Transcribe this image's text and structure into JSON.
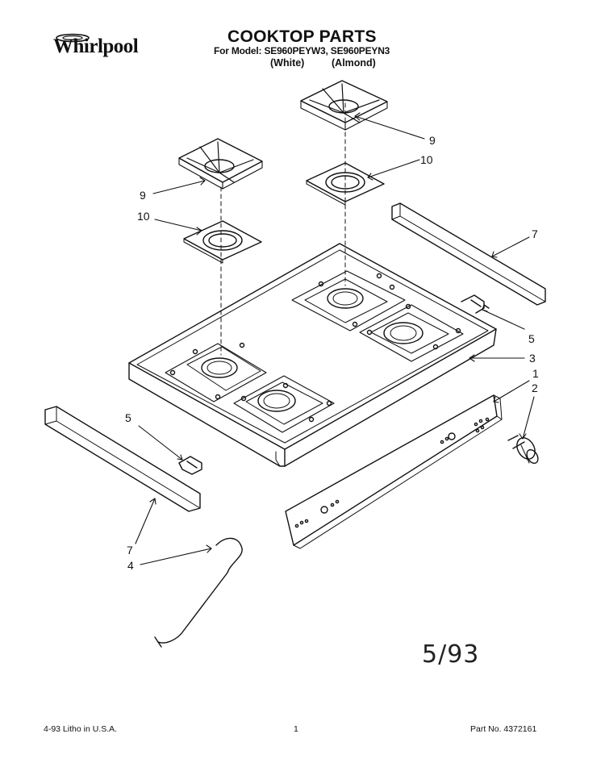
{
  "header": {
    "brand": "Whirlpool",
    "title": "COOKTOP PARTS",
    "models": "For Model: SE960PEYW3, SE960PEYN3",
    "color_white": "(White)",
    "color_almond": "(Almond)"
  },
  "callouts": {
    "grate_right": "9",
    "pan_right": "10",
    "grate_left": "9",
    "pan_left": "10",
    "trim_rear": "7",
    "clip_right": "5",
    "cooktop": "3",
    "control_panel": "1",
    "knob": "2",
    "clip_left": "5",
    "trim_front": "7",
    "wire": "4"
  },
  "handwritten_date": "5/93",
  "footer": {
    "print_info": "4-93  Litho in U.S.A.",
    "page_number": "1",
    "part_number": "Part No. 4372161"
  },
  "colors": {
    "ink": "#111111",
    "paper": "#ffffff"
  }
}
